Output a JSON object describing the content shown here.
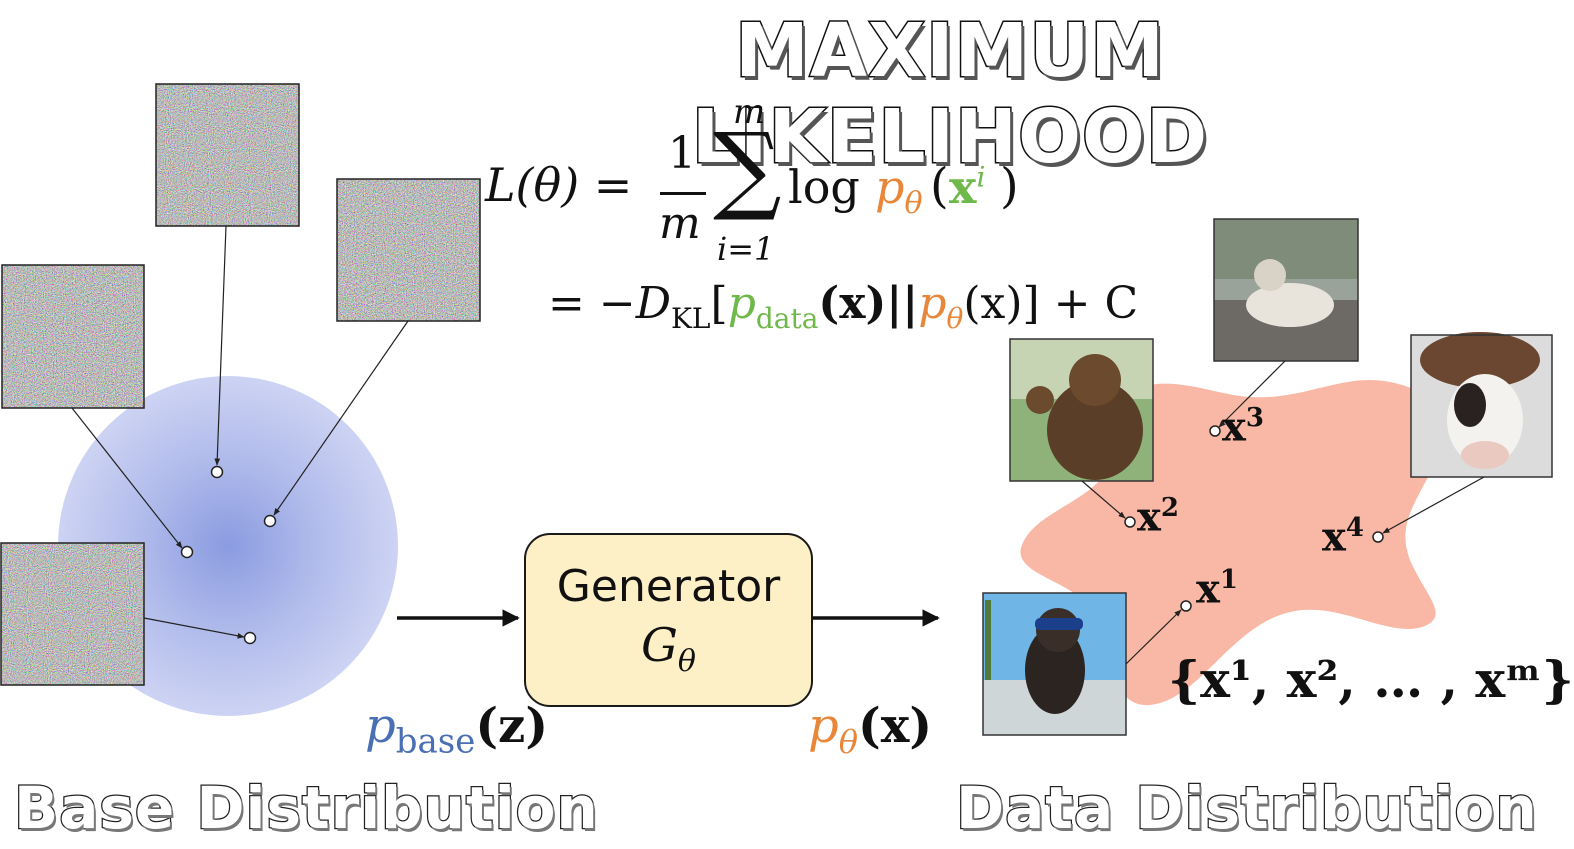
{
  "title": "MAXIMUM LIKELIHOOD",
  "labels": {
    "base_distribution": "Base Distribution",
    "data_distribution": "Data Distribution"
  },
  "generator": {
    "name": "Generator",
    "symbol_main": "G",
    "symbol_sub": "θ"
  },
  "equation": {
    "lhs": "L(θ) =",
    "frac_num": "1",
    "frac_den": "m",
    "sum_upper": "m",
    "sum_symbol": "∑",
    "sum_lower": "i=1",
    "log": "log",
    "p_theta": "p",
    "theta": "θ",
    "x_bold": "x",
    "sup_i": "i",
    "line2_prefix": "= −D",
    "kl": "KL",
    "lbracket": "[",
    "p_data": "p",
    "data_sub": "data",
    "mid": "(x)||",
    "rbracket_rest": "(x)] + C"
  },
  "distributions": {
    "base_p": "p",
    "base_sub": "base",
    "base_arg": "(z)",
    "data_p": "p",
    "data_sub": "θ",
    "data_arg": "(x)"
  },
  "samples": {
    "x1": {
      "base": "x",
      "sup": "1"
    },
    "x2": {
      "base": "x",
      "sup": "2"
    },
    "x3": {
      "base": "x",
      "sup": "3"
    },
    "x4": {
      "base": "x",
      "sup": "4"
    },
    "set": "{x¹, x², … , xᵐ}"
  },
  "colors": {
    "blue": "#4a6fb5",
    "green": "#6fb84a",
    "orange": "#e8873a",
    "blob": "#f9b3a0",
    "base_circle": "#a9b6e8",
    "generator_fill": "#fdefc6"
  },
  "icons": {
    "noise_images": "noise-image",
    "photos": [
      "cat-photo",
      "bear-photo",
      "cow-photo",
      "dog-photo"
    ]
  }
}
